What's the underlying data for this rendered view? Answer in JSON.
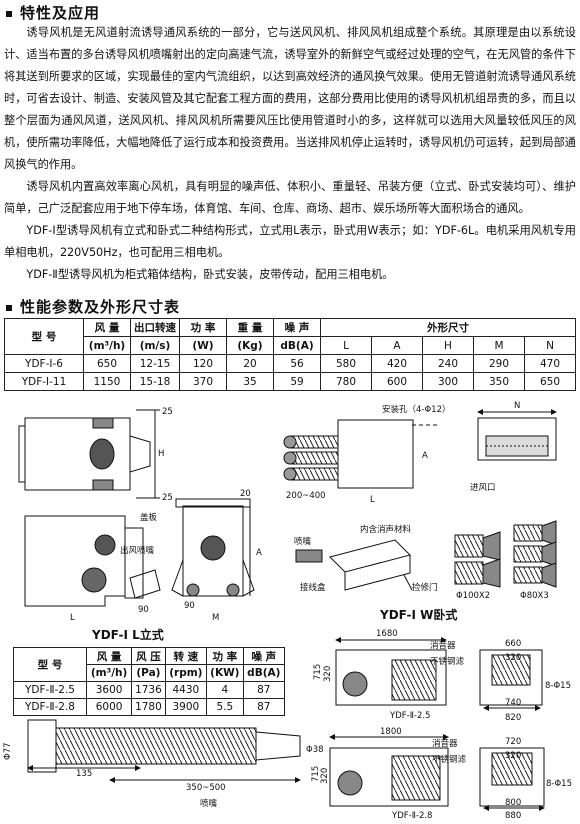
{
  "sec1": {
    "title": "特性及应用",
    "paragraphs": [
      "诱导风机是无风道射流诱导通风系统的一部分，它与送风风机、排风风机组成整个系统。其原理是由以系统设计、适当布置的多台诱导风机喷嘴射出的定向高速气流，诱导室外的新鲜空气或经过处理的空气，在无风管的条件下将其送到所要求的区域，实现最佳的室内气流组织，以达到高效经济的通风换气效果。使用无管道射流诱导通风系统时，可省去设计、制造、安装风管及其它配套工程方面的费用，这部分费用比使用的诱导风机机组昂贵的多，而且以整个层面为通风风道，送风风机、排风风机所需要风压比使用管道时小的多，这样就可以选用大风量较低风压的风机，使所需功率降低，大幅地降低了运行成本和投资费用。当送排风机停止运转时，诱导风机仍可运转，起到局部通风换气的作用。",
      "诱导风机内置高效率离心风机，具有明显的噪声低、体积小、重量轻、吊装方便（立式、卧式安装均可）、维护简单，己广泛配套应用于地下停车场，体育馆、车间、仓库、商场、超市、娱乐场所等大面积场合的通风。",
      "YDF-Ⅰ型诱导风机有立式和卧式二种结构形式，立式用L表示，卧式用W表示；如：YDF-6L。电机采用风机专用单相电机，220V50Hz，也可配用三相电机。",
      "YDF-Ⅱ型诱导风机为柜式箱体结构，卧式安装，皮带传动，配用三相电机。"
    ]
  },
  "sec2": {
    "title": "性能参数及外形尺寸表"
  },
  "table1": {
    "headers": {
      "model": "型 号",
      "airflow": "风 量",
      "airflow_unit": "(m³/h)",
      "velocity": "出口转速",
      "velocity_unit": "(m/s)",
      "power": "功 率",
      "power_unit": "(W)",
      "weight": "重 量",
      "weight_unit": "(Kg)",
      "noise": "噪 声",
      "noise_unit": "dB(A)",
      "dims": "外形尺寸",
      "L": "L",
      "A": "A",
      "H": "H",
      "M": "M",
      "N": "N"
    },
    "rows": [
      {
        "model": "YDF-Ⅰ-6",
        "airflow": "650",
        "velocity": "12-15",
        "power": "120",
        "weight": "20",
        "noise": "56",
        "L": "580",
        "A": "420",
        "H": "240",
        "M": "290",
        "N": "470"
      },
      {
        "model": "YDF-Ⅰ-11",
        "airflow": "1150",
        "velocity": "15-18",
        "power": "370",
        "weight": "35",
        "noise": "59",
        "L": "780",
        "A": "600",
        "H": "300",
        "M": "350",
        "N": "650"
      }
    ]
  },
  "table2": {
    "headers": {
      "model": "型 号",
      "airflow": "风 量",
      "airflow_unit": "(m³/h)",
      "pressure": "风 压",
      "pressure_unit": "(Pa)",
      "speed": "转 速",
      "speed_unit": "(rpm)",
      "power": "功 率",
      "power_unit": "(KW)",
      "noise": "噪 声",
      "noise_unit": "dB(A)"
    },
    "rows": [
      {
        "model": "YDF-Ⅱ-2.5",
        "airflow": "3600",
        "pressure": "1736",
        "speed": "4430",
        "power": "4",
        "noise": "87"
      },
      {
        "model": "YDF-Ⅱ-2.8",
        "airflow": "6000",
        "pressure": "1780",
        "speed": "3900",
        "power": "5.5",
        "noise": "87"
      }
    ]
  },
  "labels": {
    "dim25a": "25",
    "dim25b": "25",
    "dim20": "20",
    "dimH": "H",
    "dimL": "L",
    "dimA": "A",
    "dim90a": "90",
    "dim90b": "90",
    "dimM": "M",
    "cover": "盖板",
    "outlet_nozzle": "出风喷嘴",
    "caption_vertical": "YDF-Ⅰ  L立式",
    "mount_hole": "安装孔（4-Φ12）",
    "dimN": "N",
    "dim200": "200~400",
    "dimL2": "L",
    "dimA2": "A",
    "inlet": "进风口",
    "nozzle": "喷嘴",
    "sound_material": "内含消声材料",
    "junction_box": "接线盒",
    "hanger": "捡修门",
    "phi100": "Φ100X2",
    "phi80": "Φ80X3",
    "caption_horizontal": "YDF-Ⅰ   W卧式",
    "d1680": "1680",
    "d715": "715",
    "d320": "320",
    "silencer": "消音器",
    "steel": "不锈钢滤",
    "d660": "660",
    "d320b": "320",
    "d740": "740",
    "d820": "820",
    "d8phi15": "8-Φ15",
    "model25": "YDF-Ⅱ-2.5",
    "d1800": "1800",
    "d715b": "715",
    "d320c": "320",
    "silencer2": "消音器",
    "steel2": "不锈钢滤",
    "d720": "720",
    "d320d": "320",
    "d800": "800",
    "d880": "880",
    "d8phi15b": "8-Φ15",
    "model28": "YDF-Ⅱ-2.8",
    "phi77": "Φ77",
    "phi38": "Φ38",
    "d135": "135",
    "d350": "350~500",
    "nozzle2": "喷嘴"
  }
}
